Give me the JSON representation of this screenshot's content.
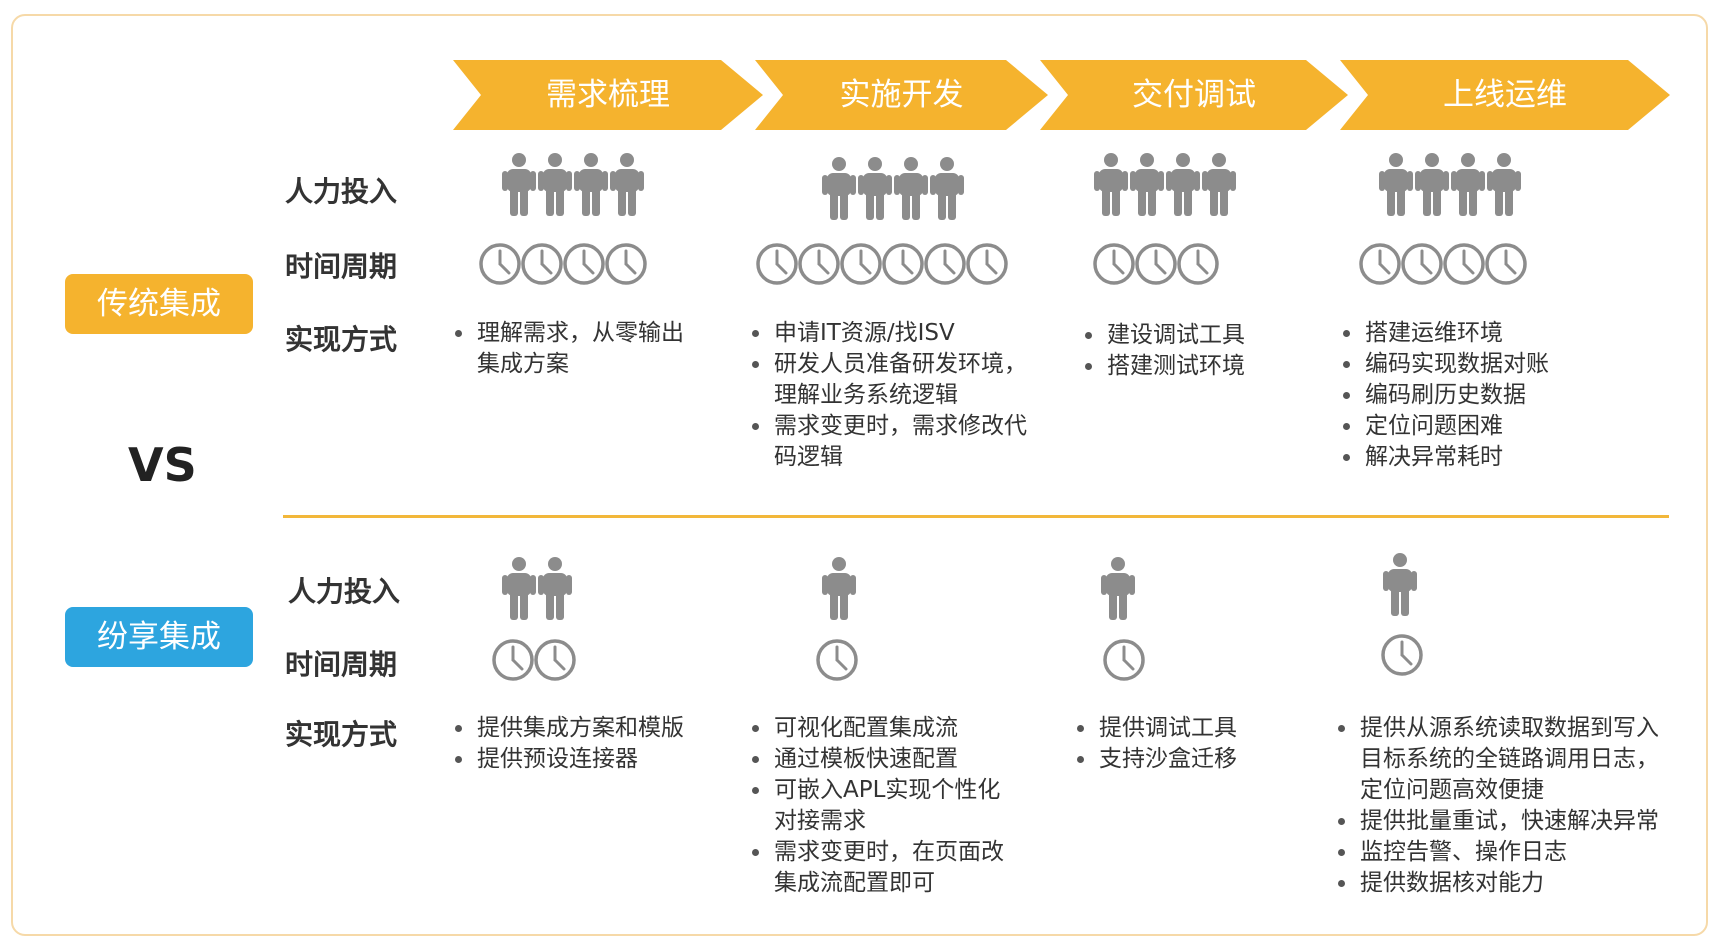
{
  "stages": [
    "需求梳理",
    "实施开发",
    "交付调试",
    "上线运维"
  ],
  "row_labels": {
    "people": "人力投入",
    "time": "时间周期",
    "method": "实现方式"
  },
  "traditional": {
    "title": "传统集成",
    "people_counts": [
      4,
      4,
      4,
      4
    ],
    "clock_counts": [
      4,
      6,
      3,
      4
    ],
    "methods": [
      [
        "理解需求，从零输出",
        "集成方案"
      ],
      [
        "申请IT资源/找ISV",
        "研发人员准备研发环境，",
        "理解业务系统逻辑",
        "需求变更时，需求修改代",
        "码逻辑"
      ],
      [
        "建设调试工具",
        "搭建测试环境"
      ],
      [
        "搭建运维环境",
        "编码实现数据对账",
        "编码刷历史数据",
        "定位问题困难",
        "解决异常耗时"
      ]
    ]
  },
  "vs_text": "VS",
  "fenxiang": {
    "title": "纷享集成",
    "people_counts": [
      2,
      1,
      1,
      1
    ],
    "clock_counts": [
      2,
      1,
      1,
      1
    ],
    "methods": [
      [
        "提供集成方案和模版",
        "提供预设连接器"
      ],
      [
        "可视化配置集成流",
        "通过模板快速配置",
        "可嵌入APL实现个性化",
        "对接需求",
        "需求变更时，在页面改",
        "集成流配置即可"
      ],
      [
        "提供调试工具",
        "支持沙盒迁移"
      ],
      [
        "提供从源系统读取数据到写入",
        "目标系统的全链路调用日志，",
        "定位问题高效便捷",
        "提供批量重试，快速解决异常",
        "监控告警、操作日志",
        "提供数据核对能力"
      ]
    ]
  },
  "colors": {
    "stage_arrow": "#f5b32e",
    "traditional_badge": "#f5b32e",
    "fenxiang_badge": "#2da5df",
    "divider": "#f2b73a",
    "icon_gray": "#8c8c8c"
  },
  "icons": {
    "person": "person-icon",
    "clock": "clock-icon"
  }
}
